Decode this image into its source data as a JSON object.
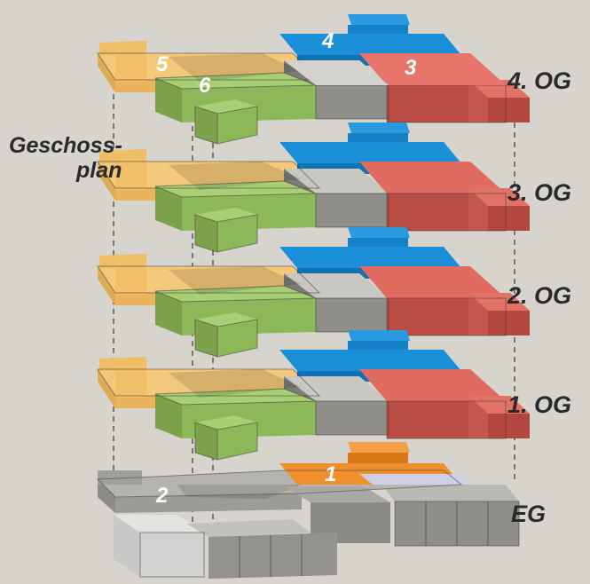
{
  "title_line1": "Geschoss-",
  "title_line2": "plan",
  "floors": [
    {
      "id": "og4",
      "label": "4. OG"
    },
    {
      "id": "og3",
      "label": "3. OG"
    },
    {
      "id": "og2",
      "label": "2. OG"
    },
    {
      "id": "og1",
      "label": "1. OG"
    },
    {
      "id": "eg",
      "label": "EG"
    }
  ],
  "markers": {
    "n1": "1",
    "n2": "2",
    "n3": "3",
    "n4": "4",
    "n5": "5",
    "n6": "6"
  },
  "colors": {
    "background": "#d6d4cd",
    "yellow": "#f2c064",
    "green": "#95bd62",
    "blue": "#1b8fd8",
    "red": "#c0534b",
    "red_top": "#e06b60",
    "grey": "#9a9993",
    "orange": "#f0902c",
    "eg_grey": "#a7a7a2"
  }
}
